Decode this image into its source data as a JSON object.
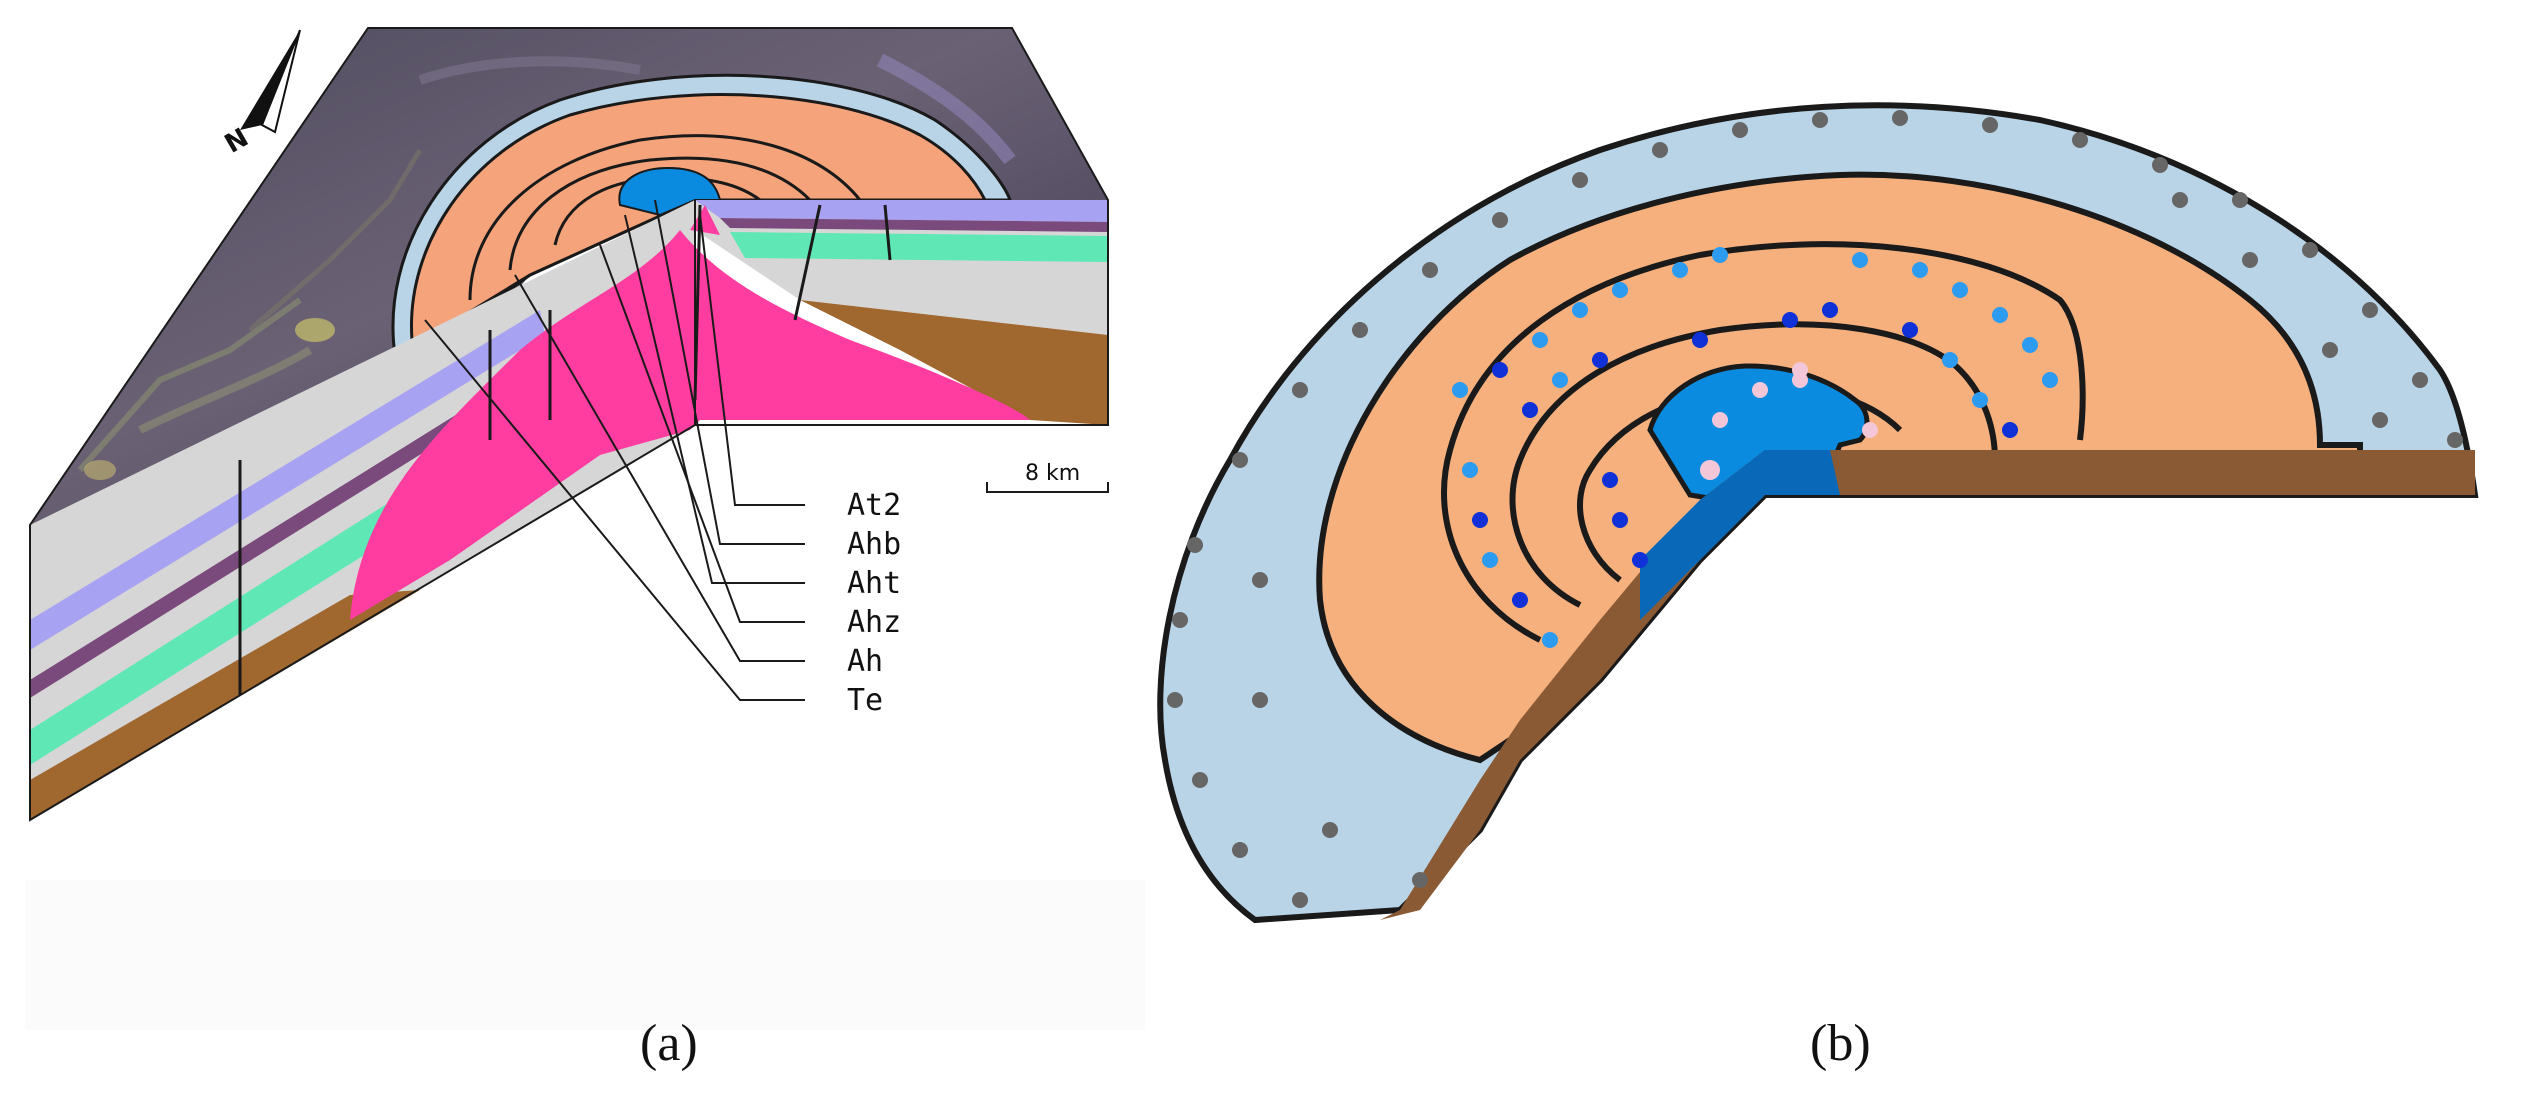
{
  "panel_a": {
    "caption": "(a)",
    "north_label": "N",
    "scale_label": "8 km",
    "unit_labels": [
      "At2",
      "Ahb",
      "Aht",
      "Ahz",
      "Ah",
      "Te"
    ]
  },
  "panel_b": {
    "caption": "(b)"
  },
  "colors": {
    "orange_core": "#f5b07e",
    "outer_ring": "#b9d4e6",
    "center_blue": "#0a8be0",
    "magenta_intrusion": "#ff3da0",
    "brown_base": "#a0672f",
    "grey_strata": "#d6d6d6",
    "purple_band": "#a8a2f2",
    "green_band": "#5fe8b5",
    "dark_purple_band": "#7a4a7c",
    "dot_grey": "#666666",
    "dot_light_blue": "#2d9cf0",
    "dot_dark_blue": "#1030d8",
    "dot_pink": "#f4c7d8"
  }
}
